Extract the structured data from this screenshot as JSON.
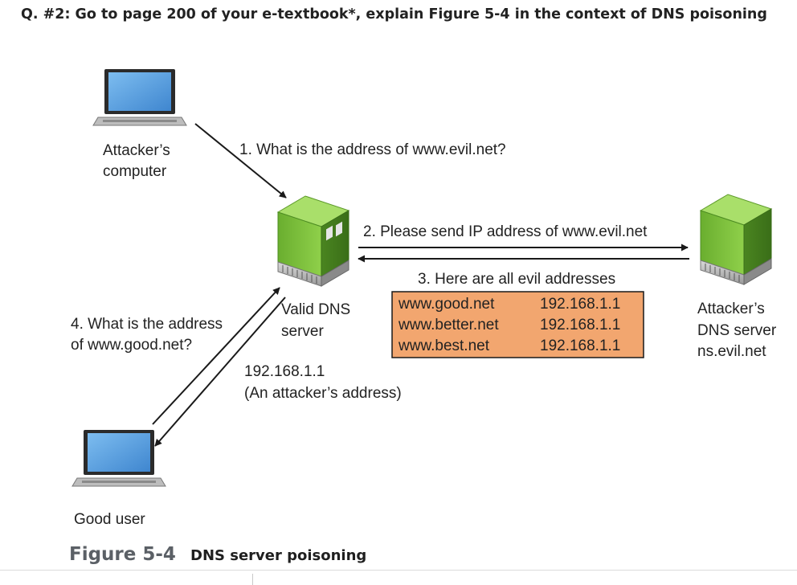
{
  "question": "Q. #2: Go to page 200 of your e-textbook*, explain Figure 5-4 in the context of DNS poisoning",
  "nodes": {
    "attacker_computer": {
      "label_line1": "Attacker’s",
      "label_line2": "computer",
      "icon": "laptop-icon"
    },
    "valid_dns": {
      "label_line1": "Valid DNS",
      "label_line2": "server",
      "icon": "server-icon"
    },
    "attacker_dns": {
      "label_line1": "Attacker’s",
      "label_line2": "DNS server",
      "label_line3": "ns.evil.net",
      "icon": "server-icon"
    },
    "good_user": {
      "label": "Good user",
      "icon": "laptop-icon"
    }
  },
  "steps": {
    "step1": "1. What is the address of www.evil.net?",
    "step2": "2. Please send IP address of www.evil.net",
    "step3": "3. Here are all evil addresses",
    "step4_line1": "4. What is the address",
    "step4_line2": "of www.good.net?",
    "reply_line1": "192.168.1.1",
    "reply_line2": "(An attacker’s address)"
  },
  "evil_records": [
    {
      "host": "www.good.net",
      "ip": "192.168.1.1"
    },
    {
      "host": "www.better.net",
      "ip": "192.168.1.1"
    },
    {
      "host": "www.best.net",
      "ip": "192.168.1.1"
    }
  ],
  "caption": {
    "number": "Figure 5-4",
    "title": "DNS server poisoning"
  },
  "colors": {
    "records_fill": "#f2a66f",
    "server_green": "#7cbf3a",
    "server_dark": "#4e8d23",
    "screen_blue": "#5aa0de",
    "arrow": "#1a1a1a",
    "caption_number": "#5b6066"
  }
}
